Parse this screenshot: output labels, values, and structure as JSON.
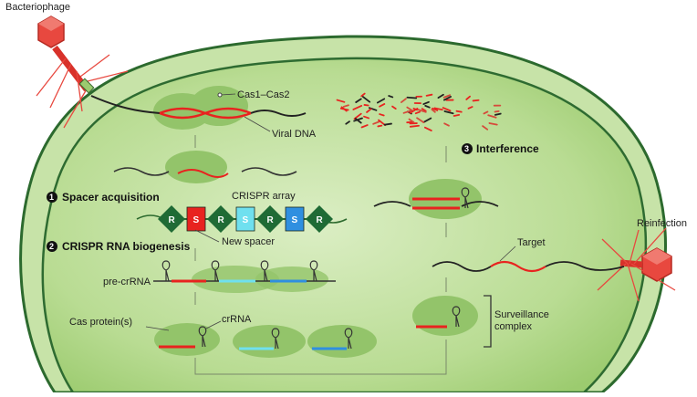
{
  "labels": {
    "bacteriophage": "Bacteriophage",
    "reinfection": "Reinfection",
    "cas1_cas2": "Cas1–Cas2",
    "viral_dna": "Viral DNA",
    "crispr_array": "CRISPR array",
    "new_spacer": "New spacer",
    "pre_crrna": "pre-crRNA",
    "cas_proteins": "Cas protein(s)",
    "crrna": "crRNA",
    "target": "Target",
    "surveillance_complex": "Surveillance complex",
    "surveillance_line1": "Surveillance",
    "surveillance_line2": "complex"
  },
  "steps": [
    {
      "number": "1",
      "label": "Spacer acquisition"
    },
    {
      "number": "2",
      "label": "CRISPR RNA biogenesis"
    },
    {
      "number": "3",
      "label": "Interference"
    }
  ],
  "array_units": [
    "R",
    "S",
    "R",
    "S",
    "R",
    "S",
    "R"
  ],
  "colors": {
    "cell_fill": "#b4d88a",
    "cell_border": "#2c6a2e",
    "phage": "#e8483f",
    "repeat": "#1f6b35",
    "spacer_new": "#e8231f",
    "spacer_cyan": "#6fe0ef",
    "spacer_blue": "#2f8fe0",
    "protein": "#93c46a"
  },
  "icons": [
    "phage-head-icon",
    "dna-helix-icon",
    "rna-hairpin-icon",
    "cas-protein-blob-icon"
  ]
}
